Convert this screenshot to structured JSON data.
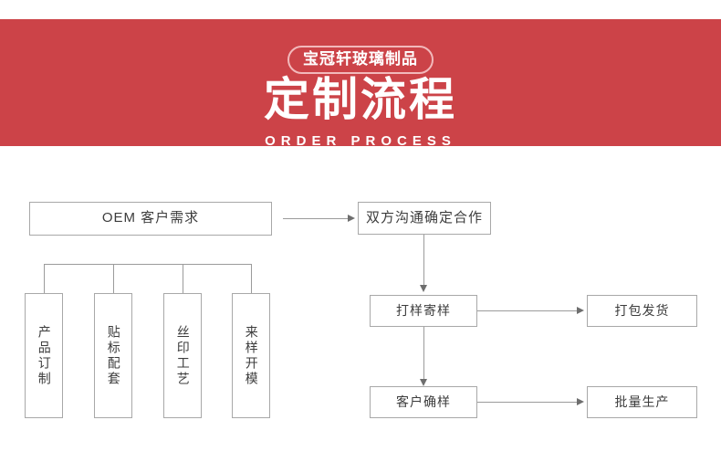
{
  "header": {
    "badge": "宝冠轩玻璃制品",
    "title": "定制流程",
    "subtitle": "ORDER PROCESS",
    "band_color": "#cc4348",
    "text_color": "#ffffff"
  },
  "flow": {
    "line_color": "#9b9b9b",
    "box_border_color": "#a8a8a8",
    "box_text_color": "#3c3c3c",
    "nodes": {
      "oem": "OEM 客户需求",
      "branch": [
        "产品订制",
        "贴标配套",
        "丝印工艺",
        "来样开模"
      ],
      "communicate": "双方沟通确定合作",
      "sample": "打样寄样",
      "pack": "打包发货",
      "confirm": "客户确样",
      "mass": "批量生产"
    }
  }
}
